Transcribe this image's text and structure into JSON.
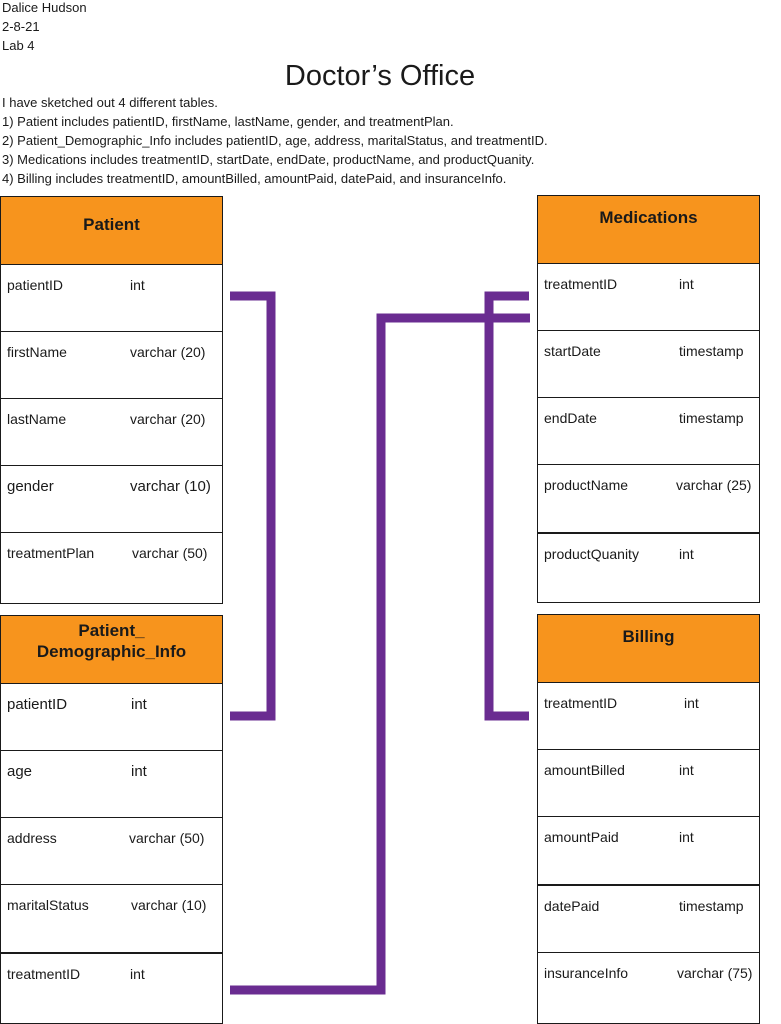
{
  "header": {
    "author": "Dalice Hudson",
    "date": "2-8-21",
    "lab": "Lab 4"
  },
  "title": "Doctor’s Office",
  "intro": [
    "I have sketched out 4 different tables.",
    "1) Patient includes patientID, firstName, lastName, gender, and treatmentPlan.",
    "2) Patient_Demographic_Info includes patientID,  age, address, maritalStatus, and treatmentID.",
    "3) Medications includes treatmentID, startDate, endDate, productName, and productQuanity.",
    "4) Billing includes treatmentID, amountBilled, amountPaid, datePaid, and insuranceInfo."
  ],
  "tables": {
    "patient": {
      "title": "Patient",
      "fields": [
        {
          "name": "patientID",
          "type": "int"
        },
        {
          "name": "firstName",
          "type": "varchar (20)"
        },
        {
          "name": "lastName",
          "type": "varchar (20)"
        },
        {
          "name": "gender",
          "type": "varchar (10)"
        },
        {
          "name": "treatmentPlan",
          "type": "varchar (50)"
        }
      ]
    },
    "demographic": {
      "title_line1": "Patient_",
      "title_line2": "Demographic_Info",
      "fields": [
        {
          "name": "patientID",
          "type": "int"
        },
        {
          "name": "age",
          "type": "int"
        },
        {
          "name": "address",
          "type": "varchar (50)"
        },
        {
          "name": "maritalStatus",
          "type": "varchar (10)"
        },
        {
          "name": "treatmentID",
          "type": "int"
        }
      ]
    },
    "medications": {
      "title": "Medications",
      "fields": [
        {
          "name": "treatmentID",
          "type": "int"
        },
        {
          "name": "startDate",
          "type": "timestamp"
        },
        {
          "name": "endDate",
          "type": "timestamp"
        },
        {
          "name": "productName",
          "type": "varchar (25)"
        },
        {
          "name": "productQuanity",
          "type": "int"
        }
      ]
    },
    "billing": {
      "title": "Billing",
      "fields": [
        {
          "name": "treatmentID",
          "type": "int"
        },
        {
          "name": "amountBilled",
          "type": "int"
        },
        {
          "name": "amountPaid",
          "type": "int"
        },
        {
          "name": "datePaid",
          "type": "timestamp"
        },
        {
          "name": "insuranceInfo",
          "type": "varchar (75)"
        }
      ]
    }
  },
  "colors": {
    "header_fill": "#f7941d",
    "connector": "#6a2c91",
    "border": "#1a1a1a"
  }
}
